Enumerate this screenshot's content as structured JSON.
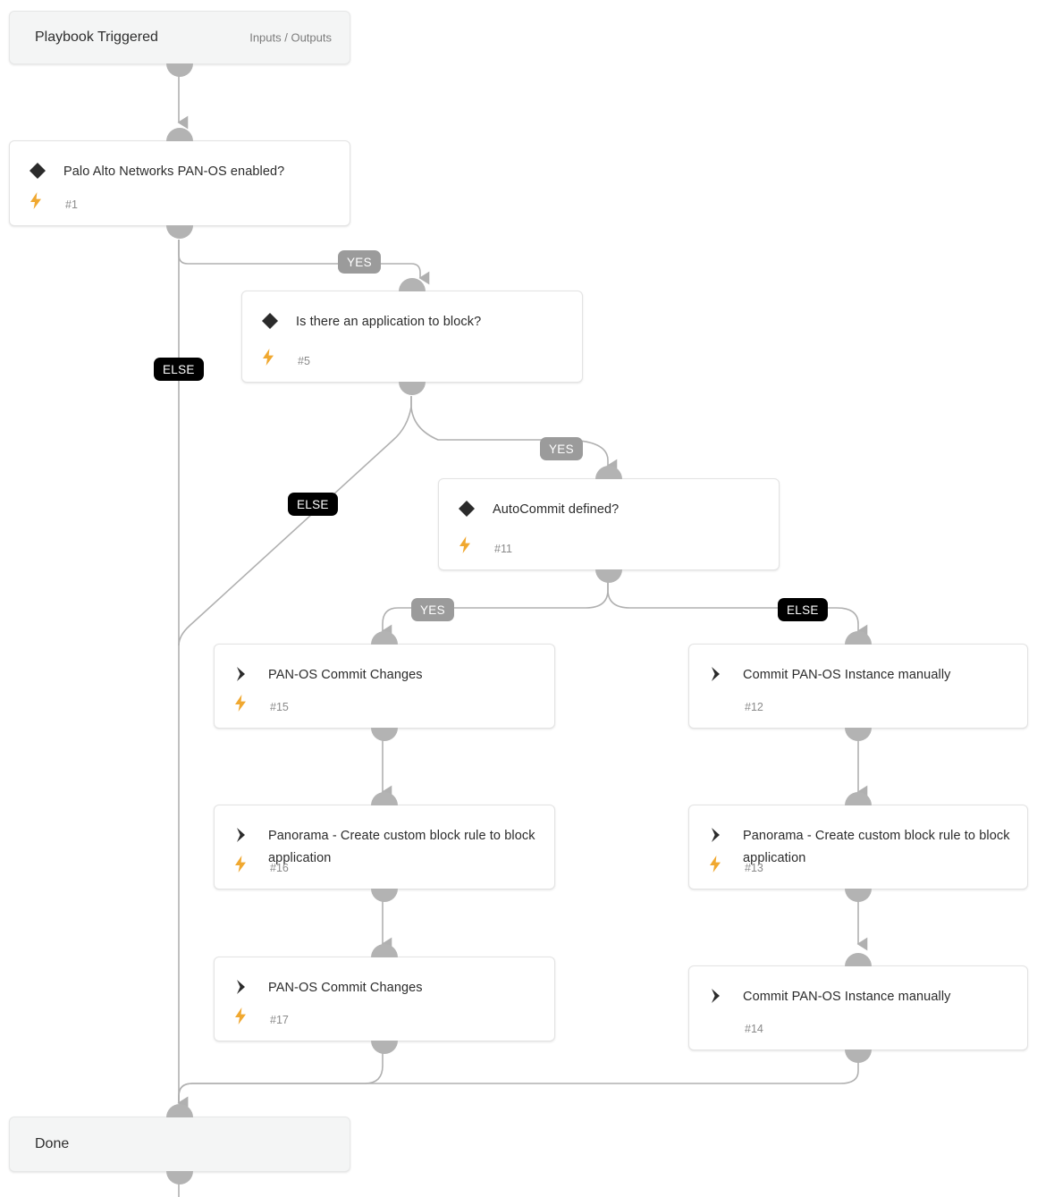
{
  "diagram": {
    "type": "playbook-flow",
    "accent_bolt_color": "#F0A830",
    "edge_color": "#b0b0b0",
    "yes_pill_color": "#9b9b9b",
    "else_pill_color": "#000000"
  },
  "start_node": {
    "label": "Playbook Triggered",
    "meta": "Inputs / Outputs"
  },
  "end_node": {
    "label": "Done"
  },
  "nodes": [
    {
      "id": "n1",
      "title": "Palo Alto Networks PAN-OS enabled?",
      "number": "#1",
      "kind": "condition",
      "icon": "diamond-icon",
      "has_bolt": true
    },
    {
      "id": "n5",
      "title": "Is there an application to block?",
      "number": "#5",
      "kind": "condition",
      "icon": "diamond-icon",
      "has_bolt": true
    },
    {
      "id": "n11",
      "title": "AutoCommit defined?",
      "number": "#11",
      "kind": "condition",
      "icon": "diamond-icon",
      "has_bolt": true
    },
    {
      "id": "n15",
      "title": "PAN-OS Commit Changes",
      "number": "#15",
      "kind": "task",
      "icon": "chevron-right-icon",
      "has_bolt": true
    },
    {
      "id": "n16",
      "title": "Panorama - Create custom block rule to block application",
      "number": "#16",
      "kind": "task",
      "icon": "chevron-right-icon",
      "has_bolt": true
    },
    {
      "id": "n17",
      "title": "PAN-OS Commit Changes",
      "number": "#17",
      "kind": "task",
      "icon": "chevron-right-icon",
      "has_bolt": true
    },
    {
      "id": "n12",
      "title": "Commit PAN-OS Instance manually",
      "number": "#12",
      "kind": "task",
      "icon": "chevron-right-icon",
      "has_bolt": false
    },
    {
      "id": "n13",
      "title": "Panorama - Create custom block rule to block application",
      "number": "#13",
      "kind": "task",
      "icon": "chevron-right-icon",
      "has_bolt": true
    },
    {
      "id": "n14",
      "title": "Commit PAN-OS Instance manually",
      "number": "#14",
      "kind": "task",
      "icon": "chevron-right-icon",
      "has_bolt": false
    }
  ],
  "branch_labels": [
    {
      "id": "b1",
      "text": "YES",
      "from": "n1",
      "to": "n5"
    },
    {
      "id": "b2",
      "text": "ELSE",
      "from": "n1",
      "to": "end"
    },
    {
      "id": "b3",
      "text": "YES",
      "from": "n5",
      "to": "n11"
    },
    {
      "id": "b4",
      "text": "ELSE",
      "from": "n5",
      "to": "end"
    },
    {
      "id": "b5",
      "text": "YES",
      "from": "n11",
      "to": "n15"
    },
    {
      "id": "b6",
      "text": "ELSE",
      "from": "n11",
      "to": "n12"
    }
  ]
}
